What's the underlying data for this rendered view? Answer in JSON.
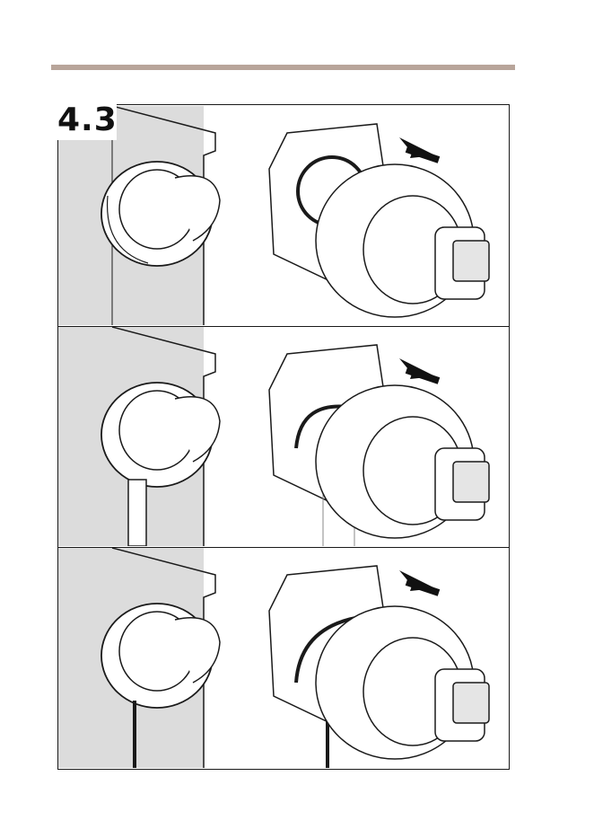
{
  "step": {
    "label": "4.3"
  },
  "colors": {
    "accent_rule": "#b8a59a",
    "wall": "#dcdcdc",
    "line": "#1a1a1a"
  },
  "panels": [
    {
      "variant": "no-conduit"
    },
    {
      "variant": "conduit"
    },
    {
      "variant": "cable"
    }
  ]
}
